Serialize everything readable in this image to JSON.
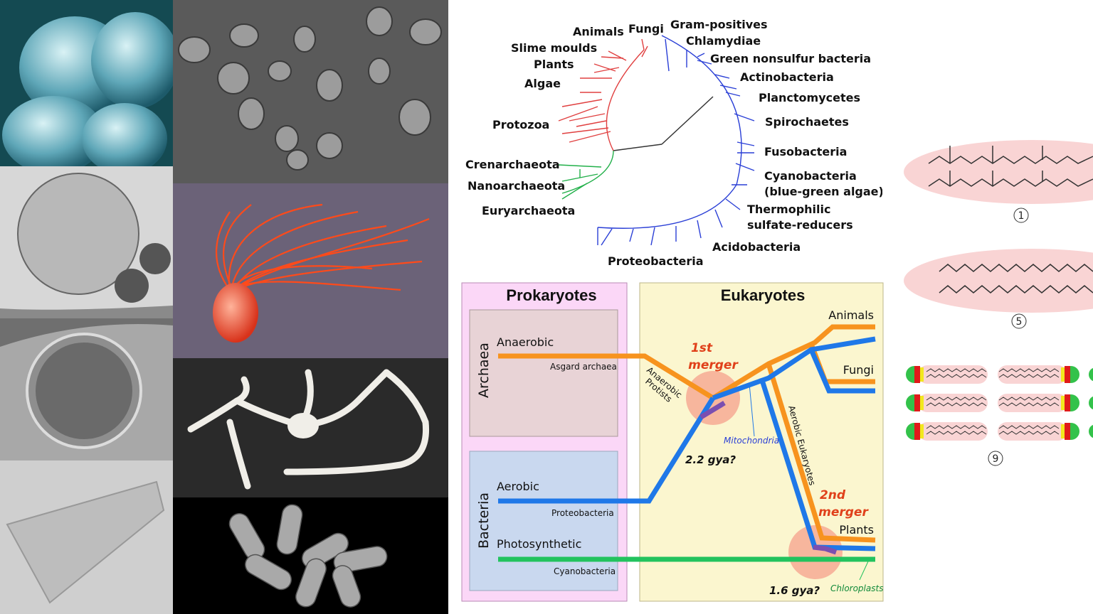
{
  "tree": {
    "eukaryote_labels": [
      "Animals",
      "Fungi",
      "Slime moulds",
      "Plants",
      "Algae",
      "Protozoa"
    ],
    "archaea_labels": [
      "Crenarchaeota",
      "Nanoarchaeota",
      "Euryarchaeota"
    ],
    "bacteria_labels": [
      "Gram-positives",
      "Chlamydiae",
      "Green nonsulfur bacteria",
      "Actinobacteria",
      "Planctomycetes",
      "Spirochaetes",
      "Fusobacteria",
      "Cyanobacteria",
      "(blue-green algae)",
      "Thermophilic",
      "sulfate-reducers",
      "Acidobacteria",
      "Proteobacteria"
    ],
    "colors": {
      "eukaryotes": "#e04040",
      "archaea": "#22b04a",
      "bacteria": "#2a3fd6"
    }
  },
  "diagram": {
    "prokaryotes_title": "Prokaryotes",
    "eukaryotes_title": "Eukaryotes",
    "archaea_label": "Archaea",
    "bacteria_label": "Bacteria",
    "anaerobic": "Anaerobic",
    "asgard": "Asgard archaea",
    "aerobic": "Aerobic",
    "proteobacteria": "Proteobacteria",
    "photosynthetic": "Photosynthetic",
    "cyanobacteria": "Cyanobacteria",
    "anaerobic_protists_1": "Anaerobic",
    "anaerobic_protists_2": "Protists",
    "mitochondria": "Mitochondria",
    "first_merger_1": "1st",
    "first_merger_2": "merger",
    "second_merger_1": "2nd",
    "second_merger_2": "merger",
    "gya_first": "2.2 gya?",
    "gya_second": "1.6 gya?",
    "aerobic_eukaryotes": "Aerobic Eukaryotes",
    "animals": "Animals",
    "fungi": "Fungi",
    "plants": "Plants",
    "chloroplasts": "Chloroplasts",
    "colors": {
      "orange": "#f7931e",
      "blue": "#1f78e8",
      "green": "#22c35e",
      "purple": "#7b4fb0"
    }
  },
  "lipids": {
    "labels": [
      "1",
      "5",
      "9"
    ]
  }
}
